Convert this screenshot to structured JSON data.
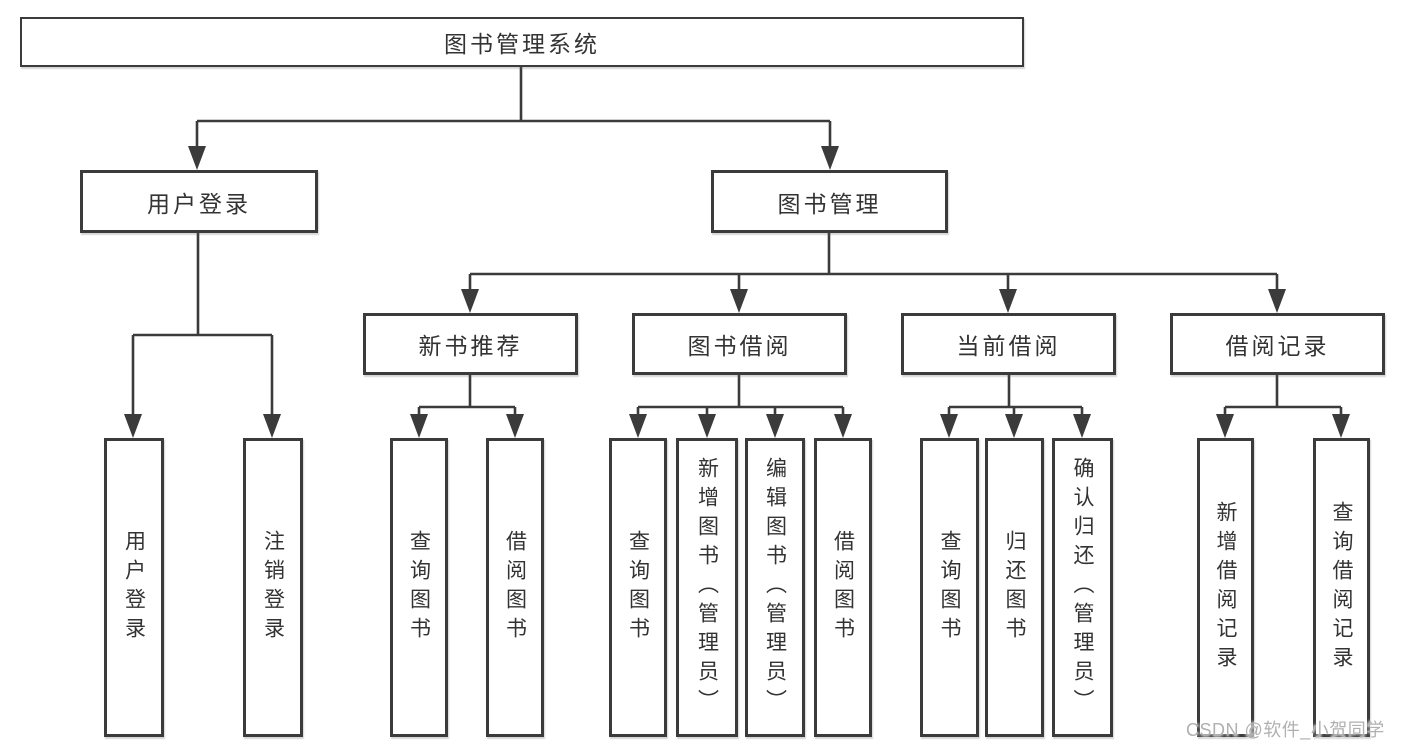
{
  "diagram_title": "图书管理系统",
  "watermark": "CSDN @软件_小贺同学",
  "colors": {
    "line": "#3b3b3b",
    "border": "#3b3b3b",
    "text": "#333333",
    "background": "#ffffff",
    "watermark": "#b0b0b0"
  },
  "tree": {
    "label": "图书管理系统",
    "children": [
      {
        "label": "用户登录",
        "children": [
          {
            "label": "用户登录"
          },
          {
            "label": "注销登录"
          }
        ]
      },
      {
        "label": "图书管理",
        "children": [
          {
            "label": "新书推荐",
            "children": [
              {
                "label": "查询图书"
              },
              {
                "label": "借阅图书"
              }
            ]
          },
          {
            "label": "图书借阅",
            "children": [
              {
                "label": "查询图书"
              },
              {
                "label": "新增图书（管理员）"
              },
              {
                "label": "编辑图书（管理员）"
              },
              {
                "label": "借阅图书"
              }
            ]
          },
          {
            "label": "当前借阅",
            "children": [
              {
                "label": "查询图书"
              },
              {
                "label": "归还图书"
              },
              {
                "label": "确认归还（管理员）"
              }
            ]
          },
          {
            "label": "借阅记录",
            "children": [
              {
                "label": "新增借阅记录"
              },
              {
                "label": "查询借阅记录"
              }
            ]
          }
        ]
      }
    ]
  }
}
